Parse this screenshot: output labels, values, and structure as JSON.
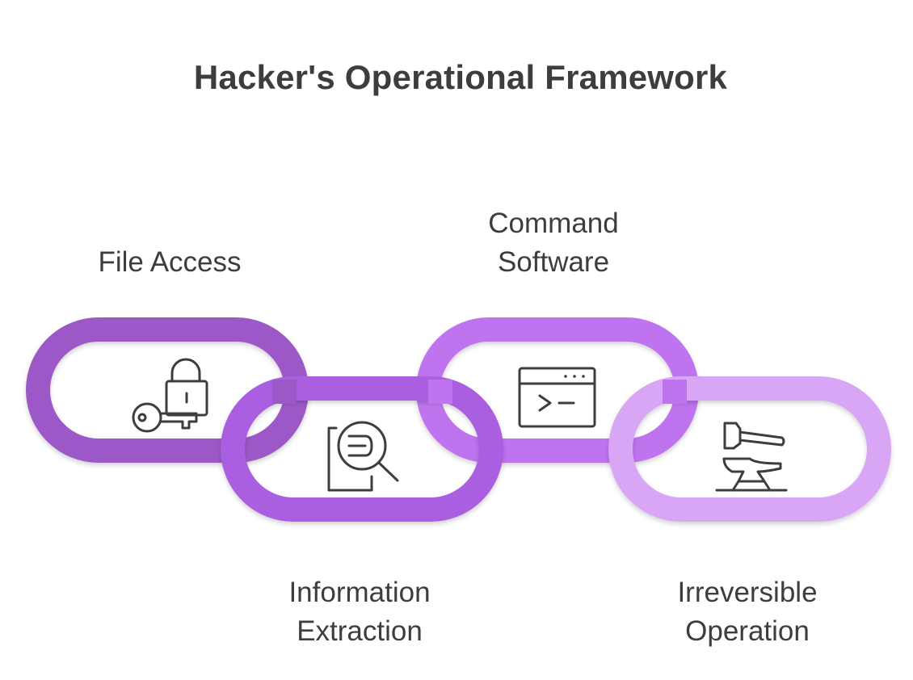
{
  "title": "Hacker's Operational Framework",
  "colors": {
    "link_1": "#9b58c6",
    "link_2": "#a95ee0",
    "link_3": "#bf73ee",
    "link_4": "#d8a6f4",
    "icon_stroke": "#3d3d3d",
    "text": "#3d3d3d"
  },
  "links": [
    {
      "label_lines": [
        "File Access"
      ],
      "icon": "lock-key-icon"
    },
    {
      "label_lines": [
        "Information",
        "Extraction"
      ],
      "icon": "document-search-icon"
    },
    {
      "label_lines": [
        "Command",
        "Software"
      ],
      "icon": "terminal-window-icon"
    },
    {
      "label_lines": [
        "Irreversible",
        "Operation"
      ],
      "icon": "hammer-anvil-icon"
    }
  ]
}
